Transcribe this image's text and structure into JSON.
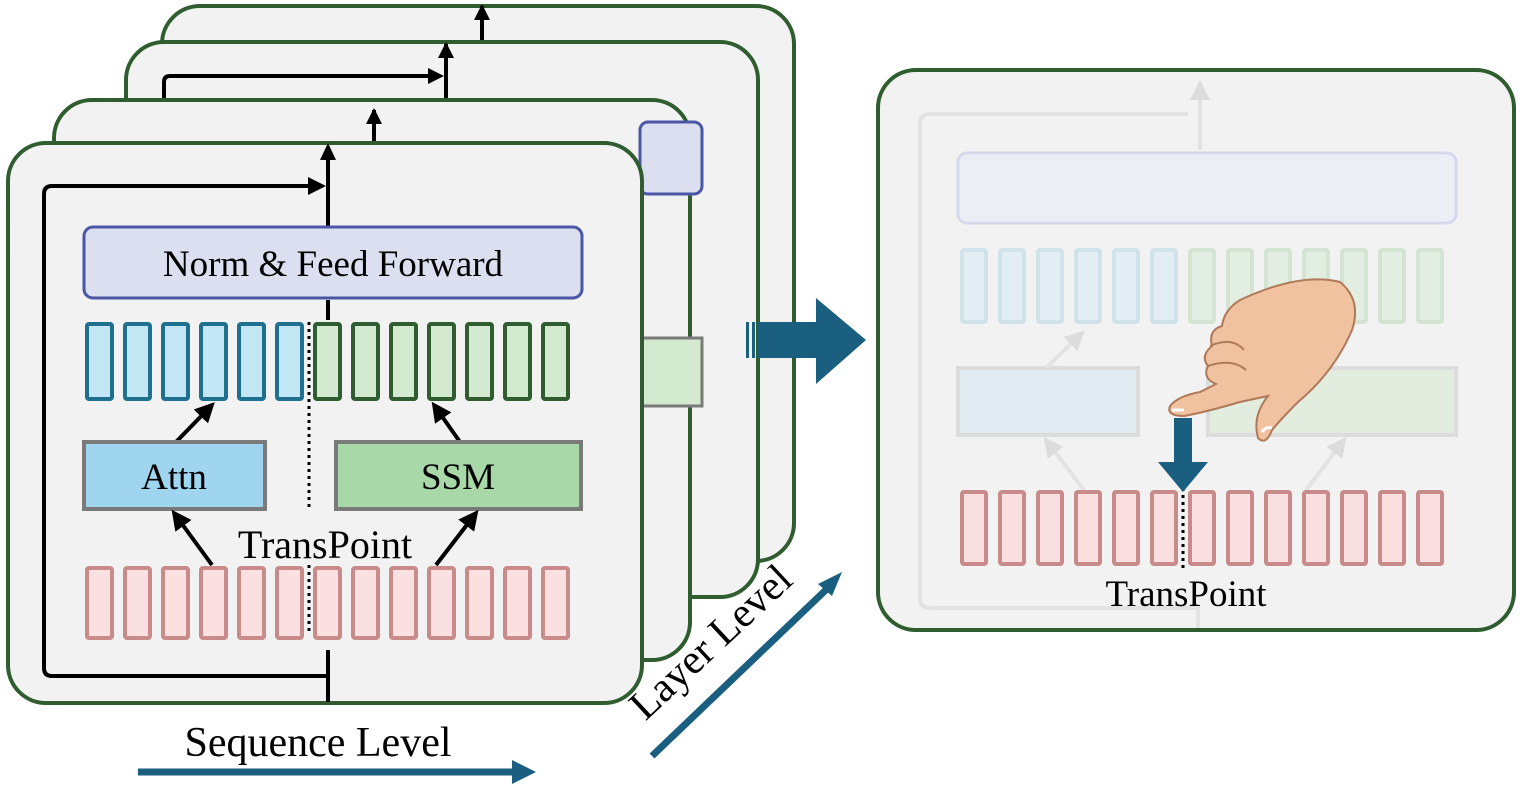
{
  "left_panel": {
    "ffn_label": "Norm & Feed Forward",
    "attn_label": "Attn",
    "ssm_label": "SSM",
    "transpoint_label": "TransPoint"
  },
  "right_panel": {
    "transpoint_label": "TransPoint",
    "hand_icon": "pointing-hand-icon"
  },
  "axes": {
    "sequence_label": "Sequence Level",
    "layer_label": "Layer Level"
  },
  "colors": {
    "card_border": "#2f5d2f",
    "card_fill": "#f2f2f2",
    "ffn_fill": "#dcdff0",
    "ffn_border": "#4a56a6",
    "blue_token_fill": "#c3e6f5",
    "blue_token_border": "#1f6f8f",
    "green_token_fill": "#d4ead0",
    "green_token_border": "#2f5d2f",
    "attn_fill": "#9fd5ee",
    "ssm_fill": "#a9d8a8",
    "module_border": "#7a7a7a",
    "input_token_fill": "#fbe0e2",
    "input_token_border": "#c98a8a",
    "accent_arrow": "#1a5f80"
  }
}
